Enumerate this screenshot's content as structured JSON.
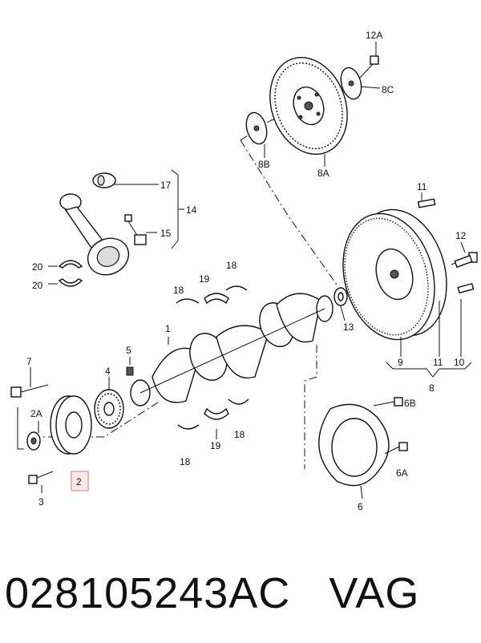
{
  "labels": {
    "l1": "1",
    "l2": "2",
    "l2a": "2A",
    "l3": "3",
    "l4": "4",
    "l5": "5",
    "l6": "6",
    "l6a": "6A",
    "l6b": "6B",
    "l7": "7",
    "l8": "8",
    "l8a": "8A",
    "l8b": "8B",
    "l8c": "8C",
    "l9": "9",
    "l10": "10",
    "l11a": "11",
    "l11b": "11",
    "l12": "12",
    "l12a": "12A",
    "l13": "13",
    "l14": "14",
    "l15": "15",
    "l17": "17",
    "l18a": "18",
    "l18b": "18",
    "l18c": "18",
    "l18d": "18",
    "l19a": "19",
    "l19b": "19",
    "l20a": "20",
    "l20b": "20"
  },
  "highlight": {
    "label": "2",
    "color": "#e8a0a8"
  },
  "caption": {
    "part_number": "028105243AC",
    "brand": "VAG"
  }
}
